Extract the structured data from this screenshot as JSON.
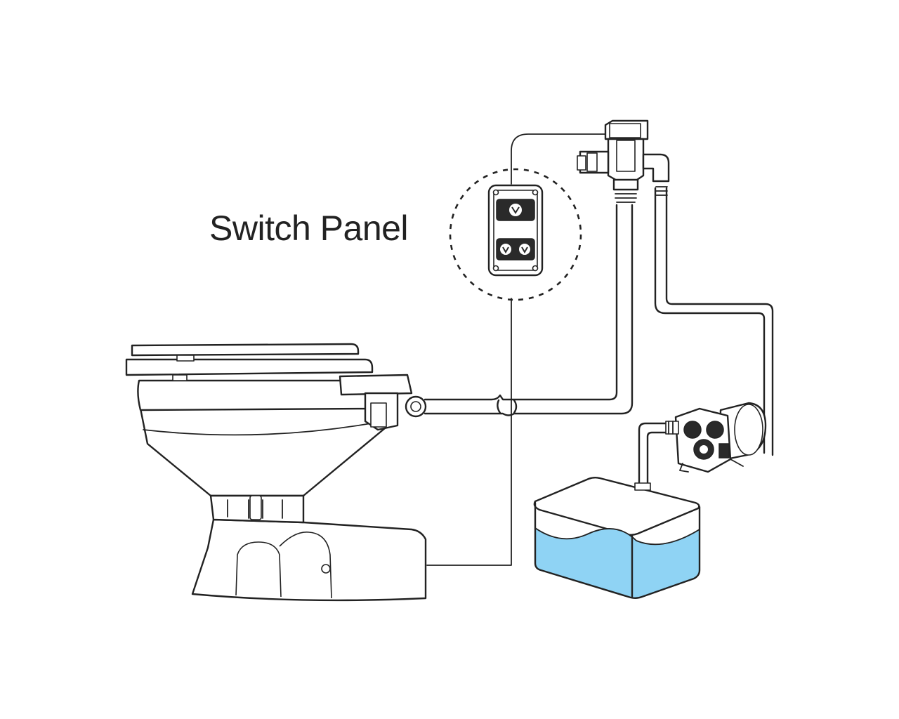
{
  "labels": {
    "switch_panel": "Switch Panel"
  },
  "components": [
    {
      "id": "toilet",
      "icon": "marine-electric-toilet-icon"
    },
    {
      "id": "switch-panel",
      "icon": "switch-panel-icon"
    },
    {
      "id": "solenoid-valve",
      "icon": "solenoid-valve-icon"
    },
    {
      "id": "water-pump",
      "icon": "diaphragm-water-pump-icon"
    },
    {
      "id": "water-tank",
      "icon": "water-tank-icon"
    }
  ],
  "colors": {
    "line": "#222222",
    "water": "#8fd3f4",
    "background": "#ffffff"
  }
}
